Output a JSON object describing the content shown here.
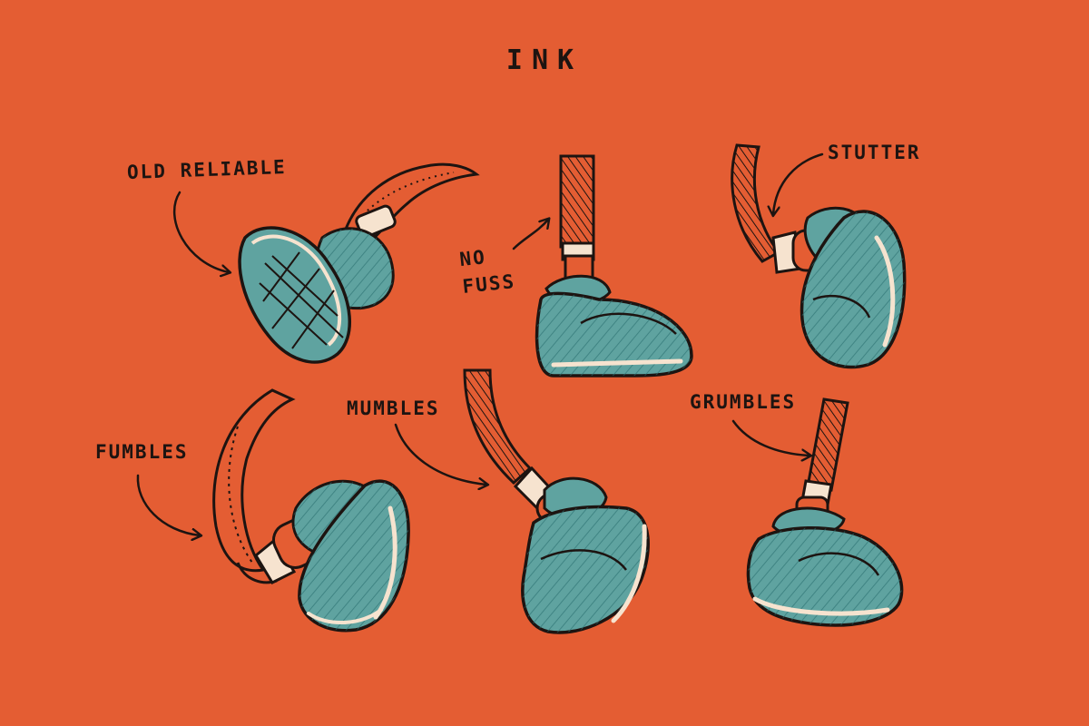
{
  "title": "INK",
  "labels": {
    "old_reliable": "OLD RELIABLE",
    "no_fuss": "NO\nFUSS",
    "stutter": "STUTTER",
    "fumbles": "FUMBLES",
    "mumbles": "MUMBLES",
    "grumbles": "GRUMBLES"
  },
  "colors": {
    "background": "#e45d33",
    "shoe_fill": "#5fa3a0",
    "ink": "#1d1411",
    "highlight": "#f6e3cf"
  },
  "icons": [
    "cartoon-foot-icon",
    "arrow-icon"
  ]
}
